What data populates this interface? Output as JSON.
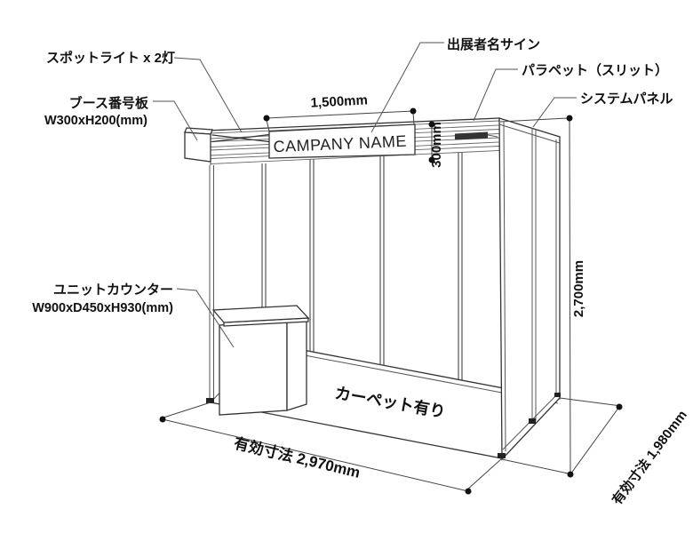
{
  "diagram": {
    "sign_text": "CAMPANY NAME",
    "callouts": {
      "spotlight": "スポットライト x 2灯",
      "booth_number": "ブース番号板",
      "booth_number_size": "W300xH200(mm)",
      "exhibitor_sign": "出展者名サイン",
      "parapet": "パラペット（スリット）",
      "system_panel": "システムパネル",
      "unit_counter": "ユニットカウンター",
      "unit_counter_size": "W900xD450xH930(mm)",
      "carpet": "カーペット有り"
    },
    "dimensions": {
      "sign_width": "1,500mm",
      "parapet_height": "300mm",
      "panel_height": "2,700mm",
      "effective_width": "有効寸法 2,970mm",
      "effective_depth": "有効寸法 1,980mm"
    },
    "colors": {
      "line": "#333333",
      "dim_line": "#444444",
      "text": "#111111",
      "background": "#ffffff"
    }
  }
}
